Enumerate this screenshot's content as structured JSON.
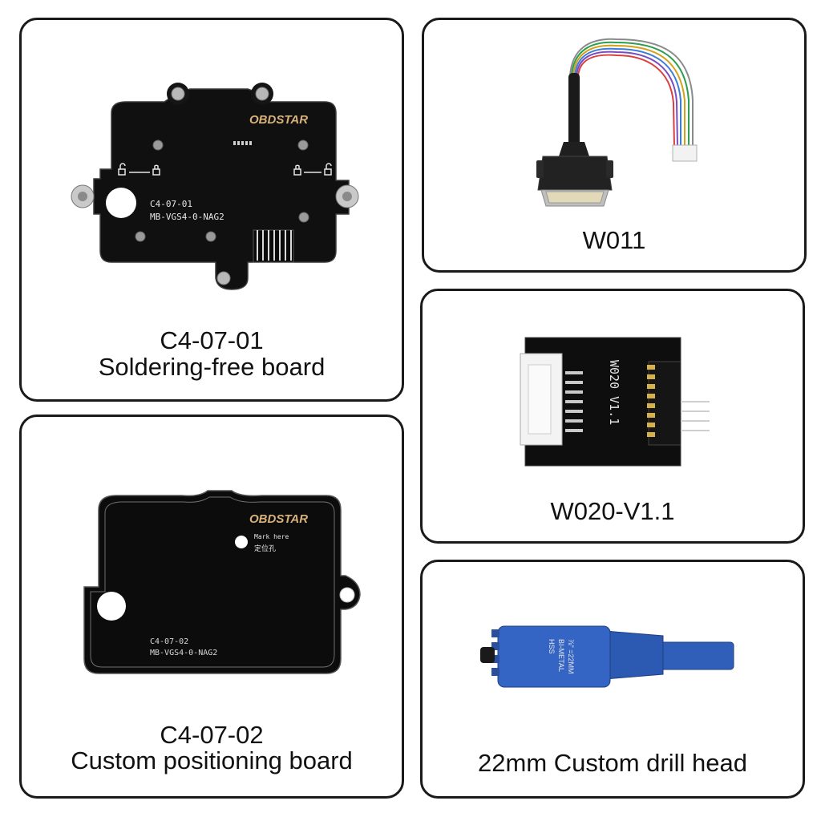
{
  "cards": {
    "c1": {
      "code": "C4-07-01",
      "name": "Soldering-free board",
      "board": {
        "brand": "OBDSTAR",
        "line1": "C4-07-01",
        "line2": "MB-VGS4-0-NAG2"
      }
    },
    "c2": {
      "code": "C4-07-02",
      "name": "Custom positioning board",
      "board": {
        "brand": "OBDSTAR",
        "mark": "Mark here",
        "mark_cn": "定位孔",
        "line1": "C4-07-02",
        "line2": "MB-VGS4-0-NAG2"
      }
    },
    "w011": {
      "label": "W011"
    },
    "w020": {
      "label": "W020-V1.1",
      "board_text": "W020 V1.1"
    },
    "drill": {
      "label": "22mm Custom drill head",
      "text1": "HSS",
      "text2": "BI-METAL",
      "text3": "⅞\" =22MM"
    }
  }
}
